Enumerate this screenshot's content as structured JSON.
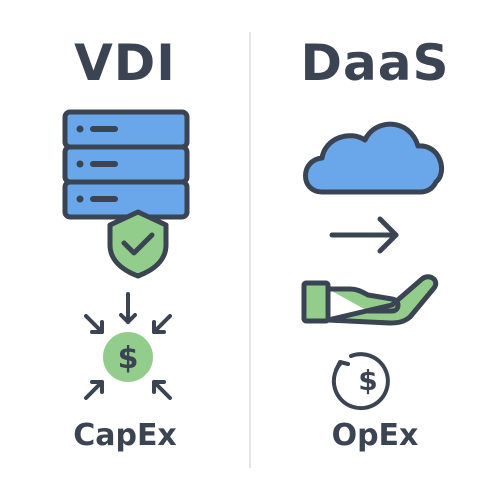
{
  "left": {
    "title": "VDI",
    "label": "CapEx",
    "icons": [
      "server-rack-icon",
      "shield-check-icon",
      "dollar-coin-icon",
      "inward-arrows-icon"
    ]
  },
  "right": {
    "title": "DaaS",
    "label": "OpEx",
    "icons": [
      "cloud-icon",
      "right-arrow-icon",
      "open-hand-icon",
      "recurring-dollar-icon"
    ]
  },
  "colors": {
    "ink": "#3b4452",
    "blue": "#6aa6ea",
    "green": "#93cd8b",
    "divider": "#e3e5e8"
  }
}
